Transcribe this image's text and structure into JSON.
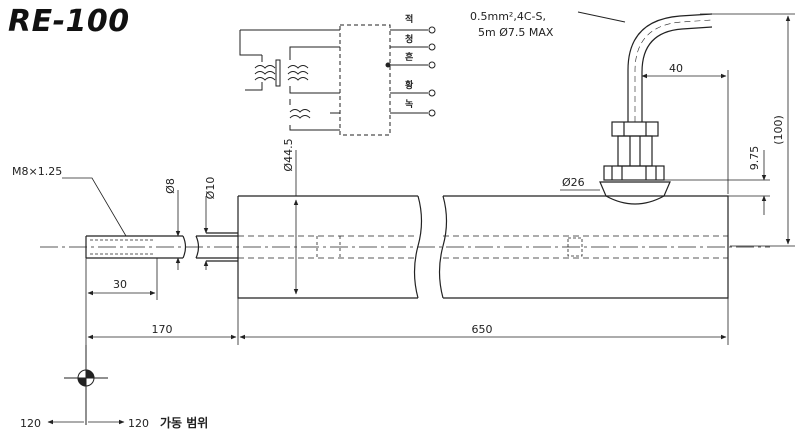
{
  "title": "RE-100",
  "cable_spec": {
    "line1": "0.5mm²,4C-S,",
    "line2": "5m Ø7.5 MAX"
  },
  "wire_colors": [
    "적",
    "청",
    "흔",
    "황",
    "녹"
  ],
  "dimensions": {
    "thread": "M8×1.25",
    "rod_dia": "Ø8",
    "neck_dia": "Ø10",
    "body_dia": "Ø44.5",
    "cable_offset": "40",
    "head_height": "(100)",
    "gland_offset": "9.75",
    "gland_dia": "Ø26",
    "thread_length": "30",
    "rod_length": "170",
    "body_length": "650"
  },
  "range": {
    "left_value": "120",
    "right_value": "120",
    "label": "가동 범위"
  }
}
